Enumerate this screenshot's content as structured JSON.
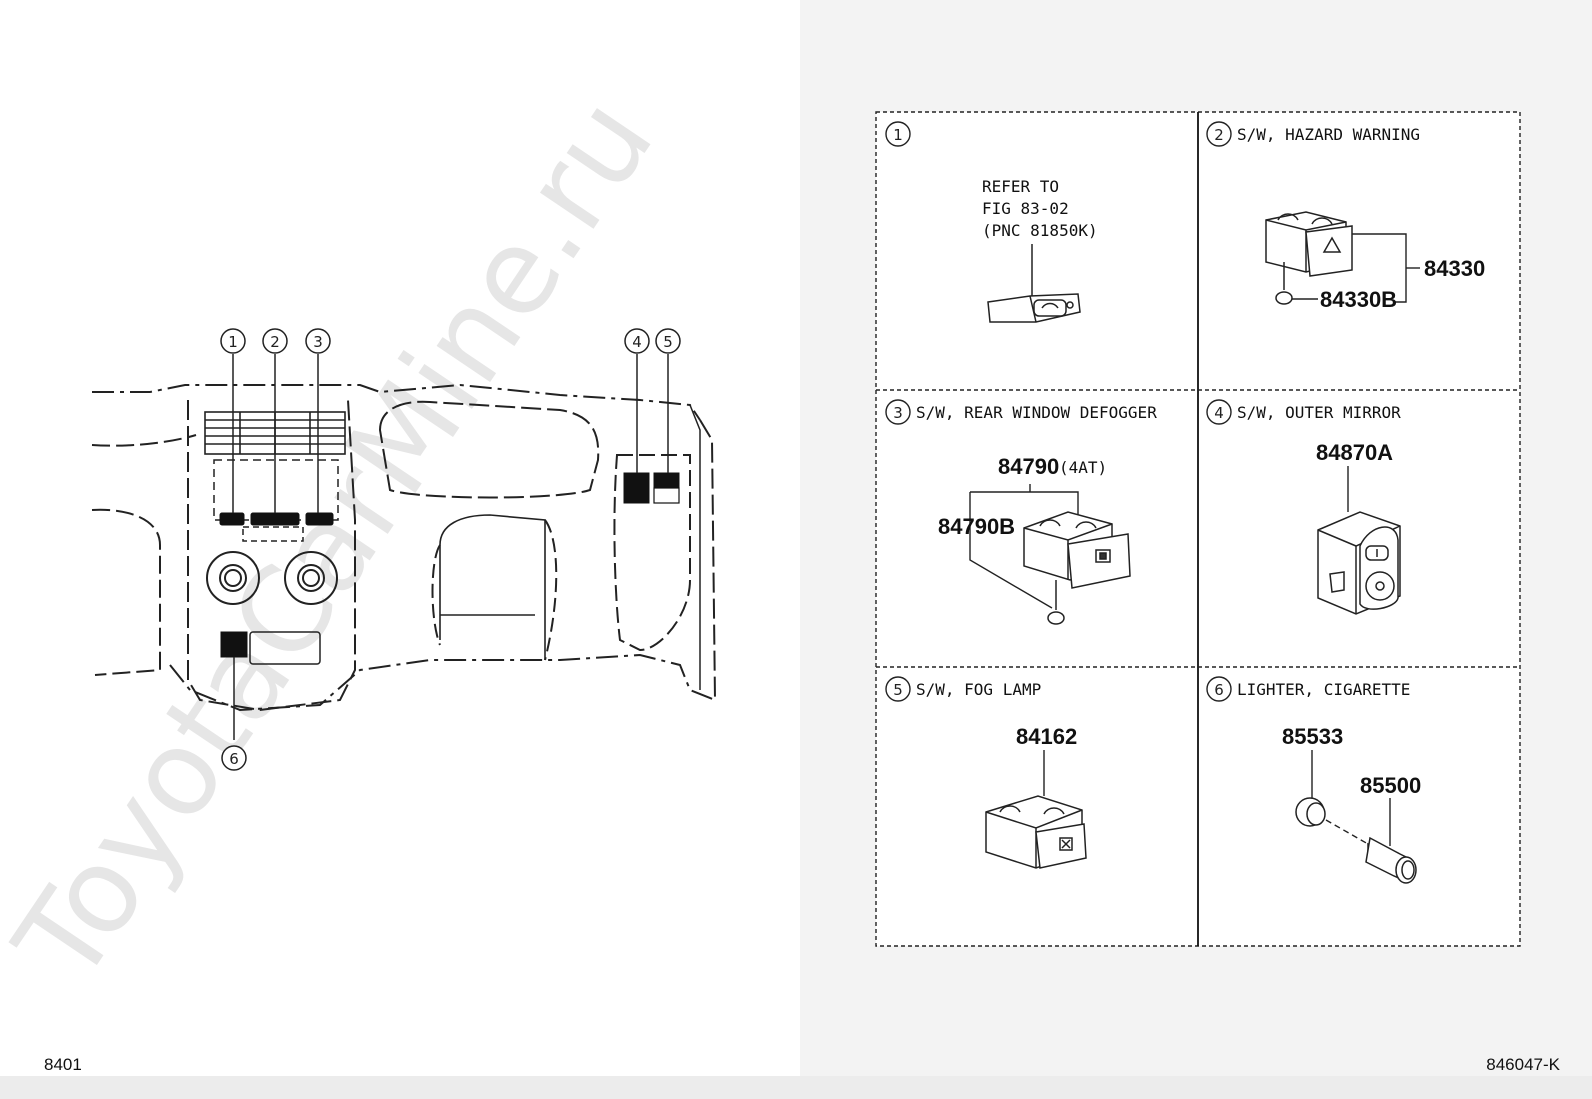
{
  "watermark": "ToyotaCarMine.ru",
  "overview": {
    "callouts": [
      "①",
      "②",
      "③",
      "④",
      "⑤",
      "⑥"
    ]
  },
  "cells": [
    {
      "marker": "①",
      "title": "",
      "note": [
        "REFER TO",
        "FIG 83-02",
        "(PNC 81850K)"
      ],
      "parts": []
    },
    {
      "marker": "②",
      "title": "S/W, HAZARD WARNING",
      "parts": [
        "84330",
        "84330B"
      ]
    },
    {
      "marker": "③",
      "title": "S/W, REAR WINDOW DEFOGGER",
      "parts": [
        "84790",
        "(4AT)",
        "84790B"
      ]
    },
    {
      "marker": "④",
      "title": "S/W, OUTER MIRROR",
      "parts": [
        "84870A"
      ]
    },
    {
      "marker": "⑤",
      "title": "S/W, FOG LAMP",
      "parts": [
        "84162"
      ]
    },
    {
      "marker": "⑥",
      "title": "LIGHTER, CIGARETTE",
      "parts": [
        "85533",
        "85500"
      ]
    }
  ],
  "footer": {
    "left": "8401",
    "right": "846047-K"
  }
}
